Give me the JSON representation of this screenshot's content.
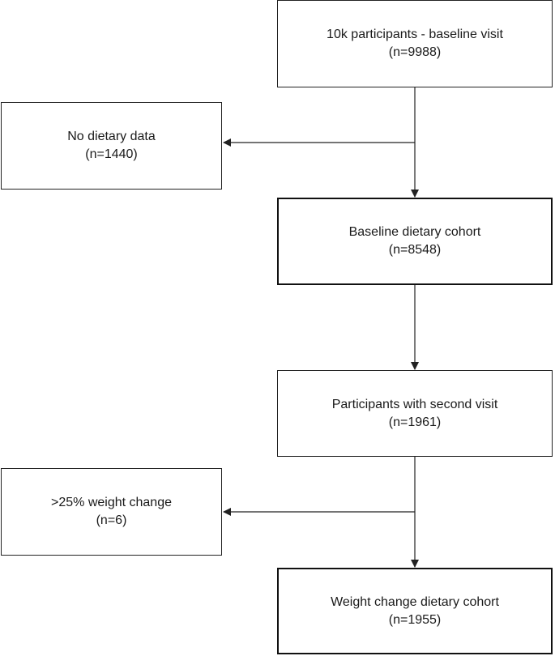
{
  "boxes": {
    "baseline_visit": {
      "line1": "10k participants - baseline visit",
      "line2": "(n=9988)"
    },
    "no_dietary_data": {
      "line1": "No dietary data",
      "line2": "(n=1440)"
    },
    "baseline_dietary_cohort": {
      "line1": "Baseline dietary cohort",
      "line2": "(n=8548)"
    },
    "second_visit": {
      "line1": "Participants with second visit",
      "line2": "(n=1961)"
    },
    "weight_change_excluded": {
      "line1": ">25% weight change",
      "line2": "(n=6)"
    },
    "weight_change_cohort": {
      "line1": "Weight change dietary cohort",
      "line2": "(n=1955)"
    }
  }
}
